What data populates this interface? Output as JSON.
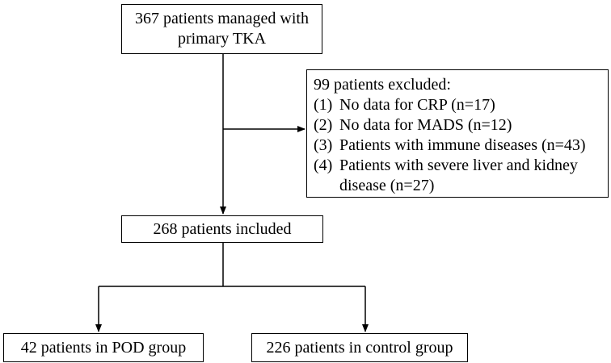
{
  "flowchart": {
    "start": {
      "line1": "367 patients managed with",
      "line2": "primary TKA"
    },
    "excluded": {
      "heading": "99 patients excluded:",
      "items": [
        {
          "num": "(1)",
          "text": "No data for CRP (n=17)"
        },
        {
          "num": "(2)",
          "text": "No data for MADS (n=12)"
        },
        {
          "num": "(3)",
          "text": "Patients with immune diseases (n=43)"
        },
        {
          "num": "(4)",
          "text": "Patients with severe liver and kidney disease (n=27)"
        }
      ]
    },
    "included": "268 patients included",
    "pod_group": "42 patients in POD group",
    "control_group": "226 patients in control group"
  }
}
